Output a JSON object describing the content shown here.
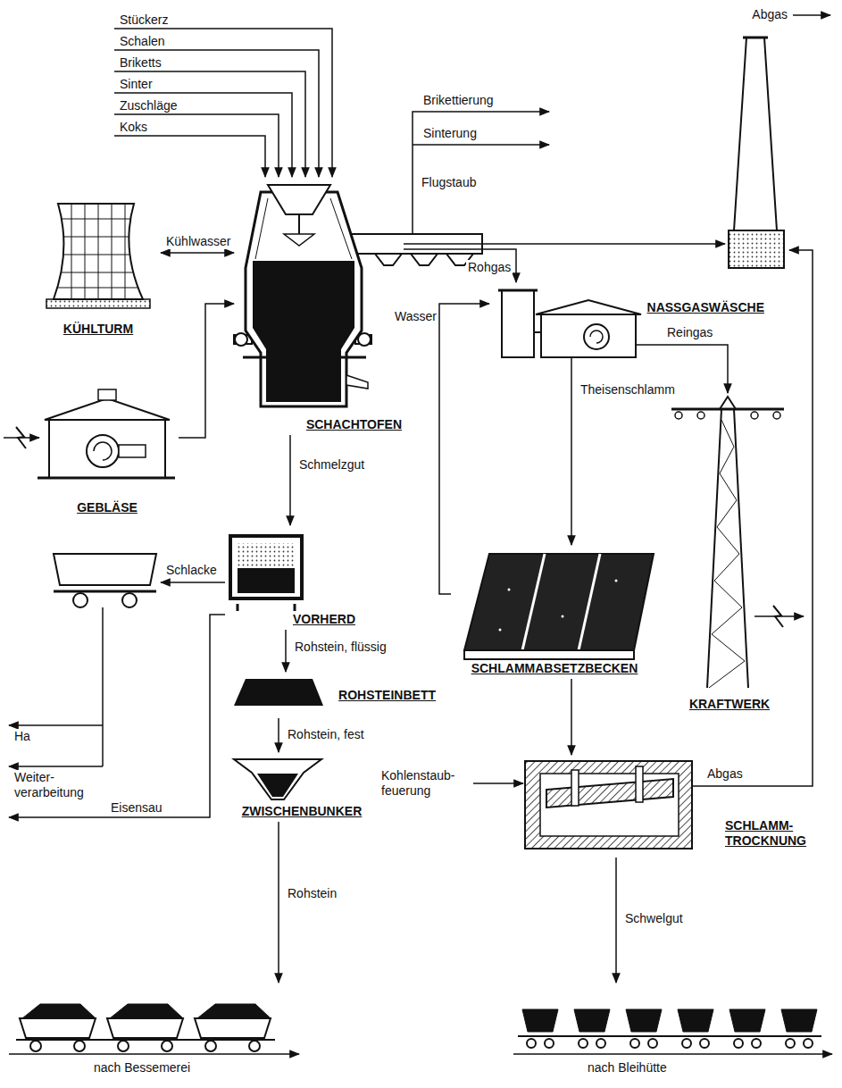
{
  "diagram": {
    "nodes": [
      {
        "text": [
          "Abgas"
        ]
      },
      {
        "text": [
          "SCHACHTOFEN"
        ]
      },
      {
        "text": [
          "KÜHLTURM"
        ]
      },
      {
        "text": [
          "NASSGASWÄSCHE"
        ]
      },
      {
        "text": [
          "GEBLÄSE"
        ]
      },
      {
        "text": [
          "VORHERD"
        ]
      },
      {
        "text": [
          "SCHLAMMABSETZBECKEN"
        ]
      },
      {
        "text": [
          "KRAFTWERK"
        ]
      },
      {
        "text": [
          "ROHSTEINBETT"
        ]
      },
      {
        "text": [
          "ZWISCHENBUNKER"
        ]
      },
      {
        "text": [
          "SCHLAMM- TROCKNUNG"
        ]
      },
      {
        "text": [
          "nach Bessemerei"
        ]
      },
      {
        "text": [
          "nach Bleihütte"
        ]
      }
    ],
    "edges": [
      {
        "from": 2,
        "to": 1,
        "label": "Kühlwasser",
        "arrow": "both"
      },
      {
        "from": 4,
        "to": 1,
        "arrow": "to"
      },
      {
        "from": 1,
        "to": 5,
        "label": "Schmelzgut",
        "arrow": "to"
      },
      {
        "from": 5,
        "to": 8,
        "label": "Rohstein, flüssig",
        "arrow": "to"
      },
      {
        "from": 8,
        "to": 9,
        "label": "Rohstein, fest",
        "arrow": "to"
      },
      {
        "from": 9,
        "to": 11,
        "label": "Rohstein",
        "arrow": "to"
      },
      {
        "from": 1,
        "to": 0,
        "arrow": "to"
      },
      {
        "from": 1,
        "to": 3,
        "label": "Rohgas",
        "arrow": "to"
      },
      {
        "from": 3,
        "to": 7,
        "label": "Reingas",
        "arrow": "to"
      },
      {
        "from": 3,
        "to": 6,
        "label": "Theisenschlamm",
        "arrow": "to"
      },
      {
        "from": 6,
        "to": 3,
        "label": "Wasser",
        "arrow": "to"
      },
      {
        "from": 6,
        "to": 10,
        "arrow": "to"
      },
      {
        "from": 10,
        "to": 0,
        "label": "Abgas",
        "arrow": "to"
      },
      {
        "from": 10,
        "to": 12,
        "label": "Schwelgut",
        "arrow": "to"
      }
    ],
    "labels": [
      "Stückerz",
      "Schalen",
      "Briketts",
      "Sinter",
      "Zuschläge",
      "Koks",
      "Brikettierung",
      "Sinterung",
      "Flugstaub",
      "Schlacke",
      "Ha",
      "Weiter- verarbeitung",
      "Eisensau",
      "Kohlenstaub- feuerung"
    ]
  }
}
